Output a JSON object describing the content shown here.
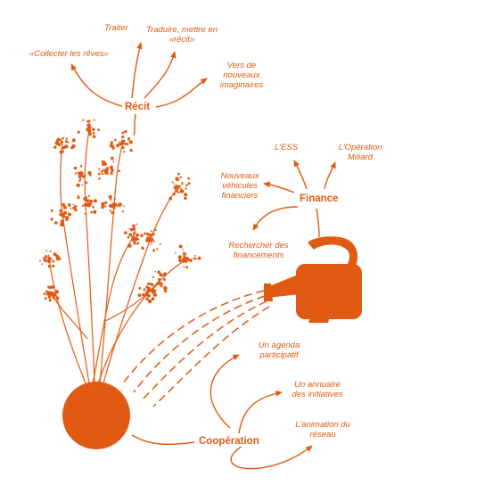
{
  "accent_color": "#e05a12",
  "recit": {
    "title": "Récit",
    "items": [
      "«Collecter les rêves»",
      "Traiter",
      "Traduire, mettre en «récit»",
      "Vers de nouveaux imaginaires"
    ]
  },
  "finance": {
    "title": "Finance",
    "items": [
      "Nouveaux véhicules financiers",
      "L'ESS",
      "L'Opération Miliard",
      "Rechercher des financements"
    ]
  },
  "cooperation": {
    "title": "Coopération",
    "items": [
      "Un agenda participatif",
      "Un annuaire des initiatives",
      "L'animation du réseau"
    ]
  },
  "icons": [
    "flower-bouquet-icon",
    "watering-can-icon",
    "soil-ball-icon",
    "water-stream-icon"
  ]
}
